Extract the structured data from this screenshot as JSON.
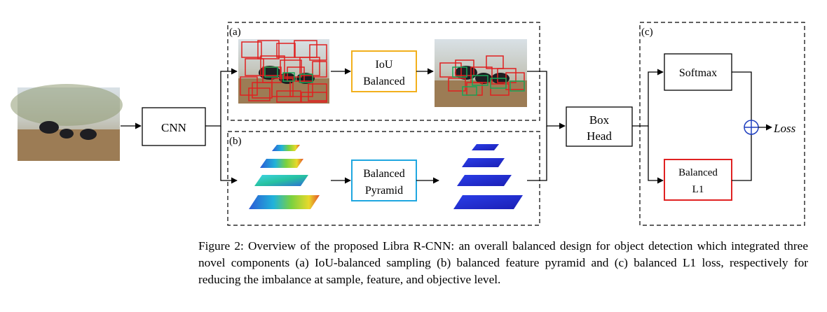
{
  "figure": {
    "panel_a_label": "(a)",
    "panel_b_label": "(b)",
    "panel_c_label": "(c)",
    "cnn_label": "CNN",
    "iou_line1": "IoU",
    "iou_line2": "Balanced",
    "pyramid_line1": "Balanced",
    "pyramid_line2": "Pyramid",
    "boxhead_line1": "Box",
    "boxhead_line2": "Head",
    "softmax_label": "Softmax",
    "l1_line1": "Balanced",
    "l1_line2": "L1",
    "loss_label": "Loss",
    "colors": {
      "iou_border": "#f2b01c",
      "pyramid_border": "#1fa7e0",
      "l1_border": "#e02222",
      "box_red": "#e02020",
      "box_green": "#18a558"
    }
  },
  "caption": {
    "text": "Figure 2: Overview of the proposed Libra R-CNN: an overall balanced design for object detection which integrated three novel components (a) IoU-balanced sampling (b) balanced feature pyramid and (c) balanced L1 loss, respectively for reducing the imbalance at sample, feature, and objective level."
  }
}
